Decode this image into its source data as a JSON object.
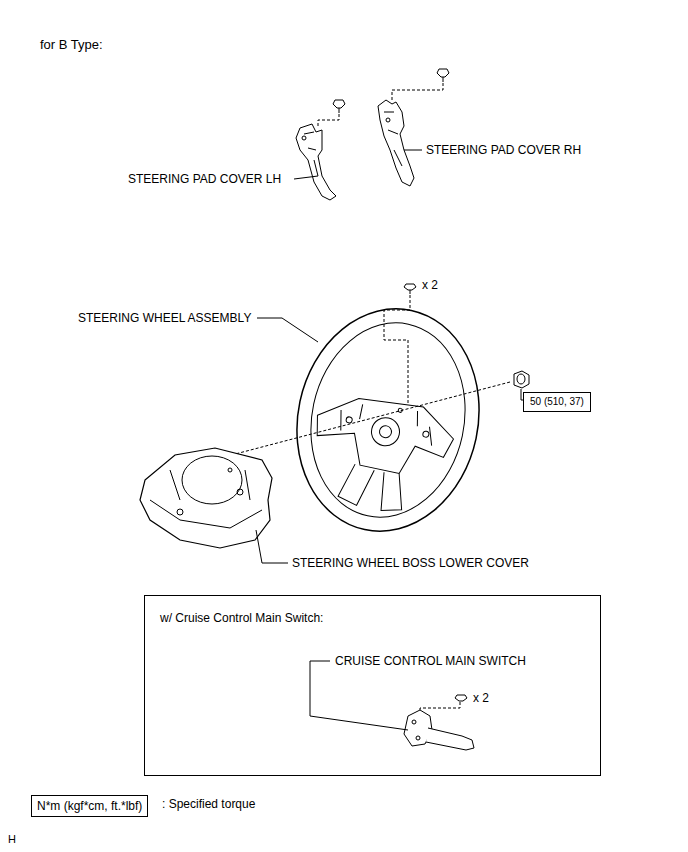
{
  "diagram": {
    "nodes": [
      {
        "text": [
          "50 (510, 37)"
        ]
      },
      {
        "text": [
          "w/ Cruise Control Main Switch:",
          "CRUISE CONTROL MAIN SWITCH",
          "x 2"
        ]
      },
      {
        "text": [
          "N*m (kgf*cm, ft.*lbf)"
        ]
      }
    ],
    "labels": [
      "for B Type:",
      "STEERING PAD COVER LH",
      "STEERING PAD COVER RH",
      "x 2",
      "STEERING WHEEL ASSEMBLY",
      "STEERING WHEEL BOSS LOWER COVER",
      ": Specified torque",
      "H"
    ]
  }
}
